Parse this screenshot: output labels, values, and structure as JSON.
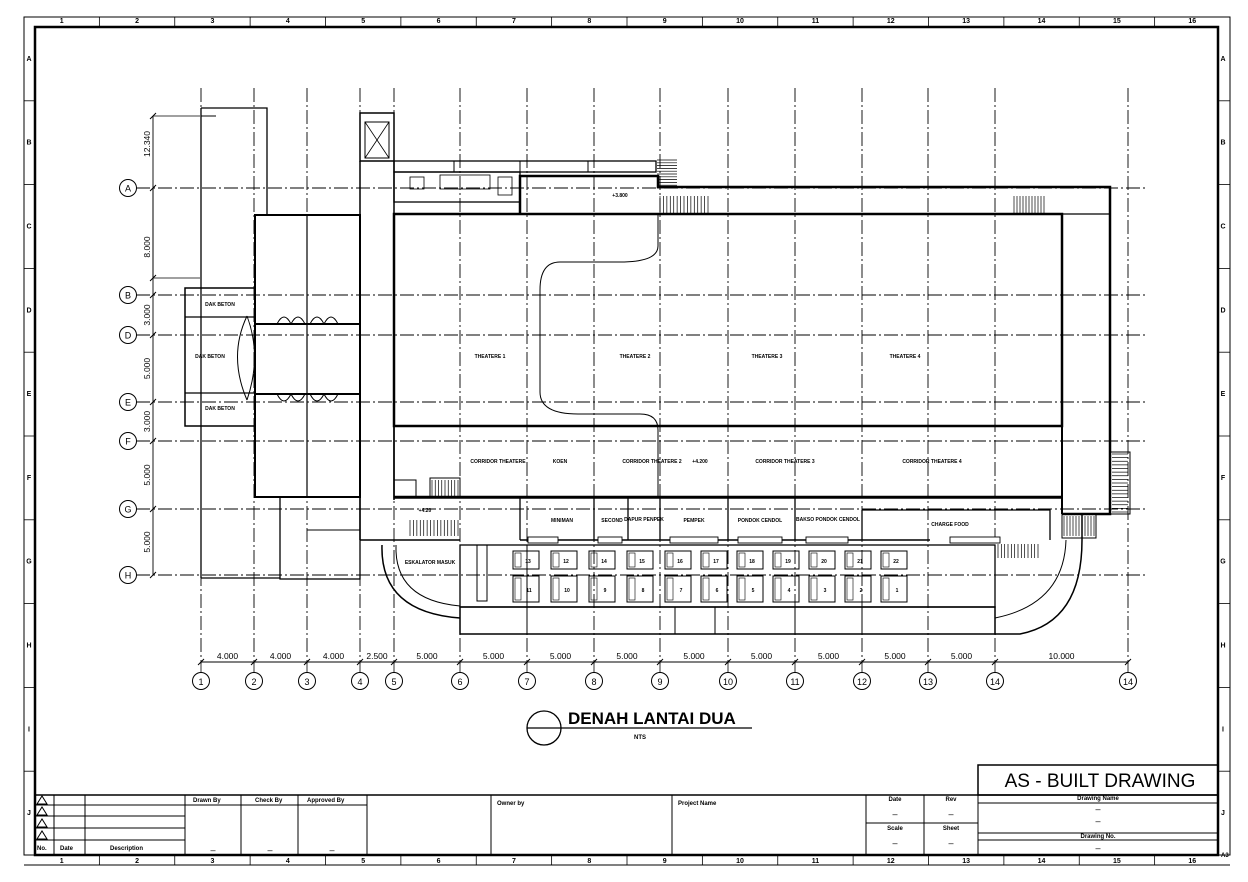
{
  "border": {
    "columns": [
      "1",
      "2",
      "3",
      "4",
      "5",
      "6",
      "7",
      "8",
      "9",
      "10",
      "11",
      "12",
      "13",
      "14",
      "15",
      "16"
    ],
    "rows": [
      "A",
      "B",
      "C",
      "D",
      "E",
      "F",
      "G",
      "H",
      "I",
      "J"
    ]
  },
  "grid": {
    "letters": [
      "A",
      "B",
      "D",
      "E",
      "F",
      "G",
      "H"
    ],
    "numbers": [
      "1",
      "2",
      "3",
      "4",
      "5",
      "6",
      "7",
      "8",
      "9",
      "10",
      "11",
      "12",
      "13",
      "14",
      "14"
    ],
    "bottom_dims": [
      "4.000",
      "4.000",
      "4.000",
      "2.500",
      "5.000",
      "5.000",
      "5.000",
      "5.000",
      "5.000",
      "5.000",
      "5.000",
      "5.000",
      "5.000",
      "10.000"
    ],
    "left_dims": [
      "12.340",
      "8.000",
      "3.000",
      "5.000",
      "3.000",
      "5.000",
      "5.000"
    ]
  },
  "rooms": {
    "theatre1": "THEATERE 1",
    "theatre2": "THEATERE 2",
    "theatre3": "THEATERE 3",
    "theatre4": "THEATERE 4",
    "dak1": "DAK BETON",
    "dak2": "DAK BETON",
    "dak3": "DAK BETON",
    "corr1": "CORRIDOR THEATERE",
    "corr_a": "KOEN",
    "corr2": "CORRIDOR THEATERE 2",
    "corr3": "CORRIDOR THEATERE 3",
    "corr4": "CORRIDOR THEATERE 4",
    "level1": "+3.800",
    "level2": "+4.200",
    "level3": "+4.20",
    "shop1": "MINIMAN",
    "shop2": "SECOND",
    "shop3": "DAPUR PENPEK",
    "shop4": "PEMPEK",
    "shop5": "PONDOK CENDOL",
    "shop6": "BAKSO PONDOK CENDOL",
    "shop7": "CHARGE FOOD",
    "escalator": "ESKALATOR MASUK",
    "stalls_top": [
      "13",
      "12",
      "14",
      "15",
      "16",
      "17",
      "18",
      "19",
      "20",
      "21",
      "22"
    ],
    "stalls_bottom": [
      "11",
      "10",
      "9",
      "8",
      "7",
      "6",
      "5",
      "4",
      "3",
      "2",
      "1"
    ]
  },
  "drawing_title": "DENAH LANTAI DUA",
  "drawing_scale": "NTS",
  "title_block": {
    "status": "AS - BUILT DRAWING",
    "no_label": "No.",
    "date_label": "Date",
    "desc_label": "Description",
    "drawn_by": "Drawn By",
    "check_by": "Check By",
    "approved_by": "Approved By",
    "owner_by": "Owner by",
    "project_name": "Project Name",
    "date": "Date",
    "rev": "Rev",
    "scale": "Scale",
    "sheet": "Sheet",
    "drawing_name": "Drawing Name",
    "drawing_no": "Drawing No.",
    "dash": "–",
    "size": "A3"
  }
}
